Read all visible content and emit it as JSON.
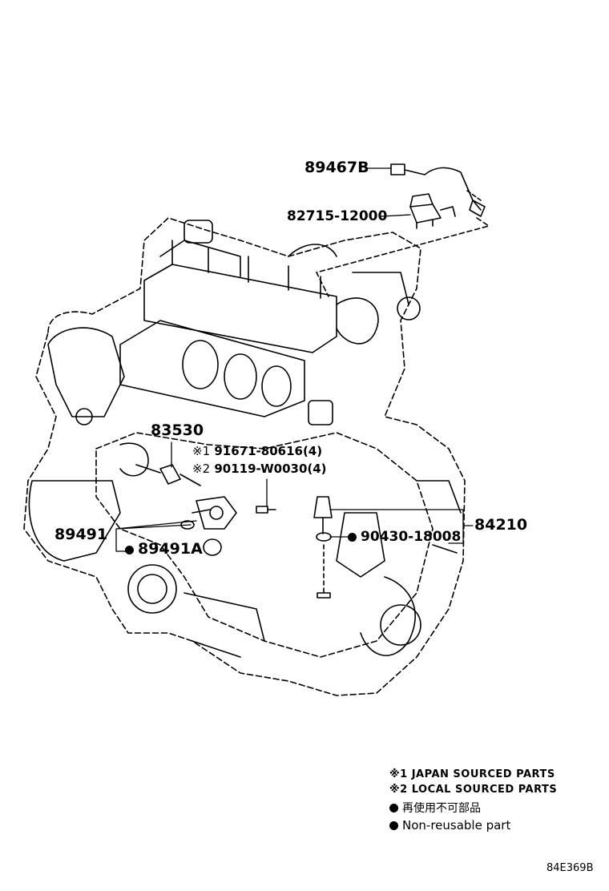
{
  "diagram": {
    "code": "84E369B",
    "parts": {
      "p89467B": "89467B",
      "p82715": "82715-12000",
      "p83530": "83530",
      "p91671": "91671-80616(4)",
      "p90119": "90119-W0030(4)",
      "p84210": "84210",
      "p89491": "89491",
      "p89491A": "89491A",
      "p90430": "90430-18008"
    },
    "marks": {
      "m1": "※1",
      "m2": "※2"
    },
    "legend": {
      "japan": "※1 JAPAN SOURCED PARTS",
      "local": "※2 LOCAL SOURCED PARTS",
      "nonreusable_jp": "再使用不可部品",
      "nonreusable_en": "Non-reusable part"
    }
  }
}
